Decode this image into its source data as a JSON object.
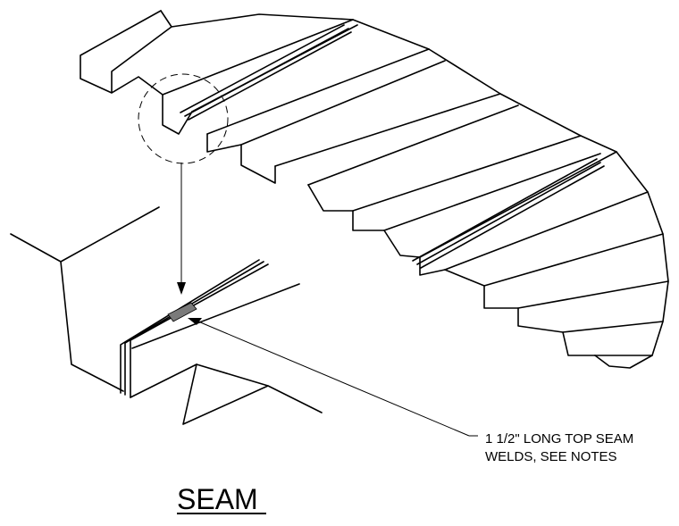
{
  "callout": {
    "line1": "1 1/2\" LONG TOP SEAM",
    "line2": "WELDS, SEE NOTES"
  },
  "title": "SEAM",
  "colors": {
    "ink": "#000000",
    "weld_fill": "#7a7a7a",
    "background": "#ffffff"
  }
}
